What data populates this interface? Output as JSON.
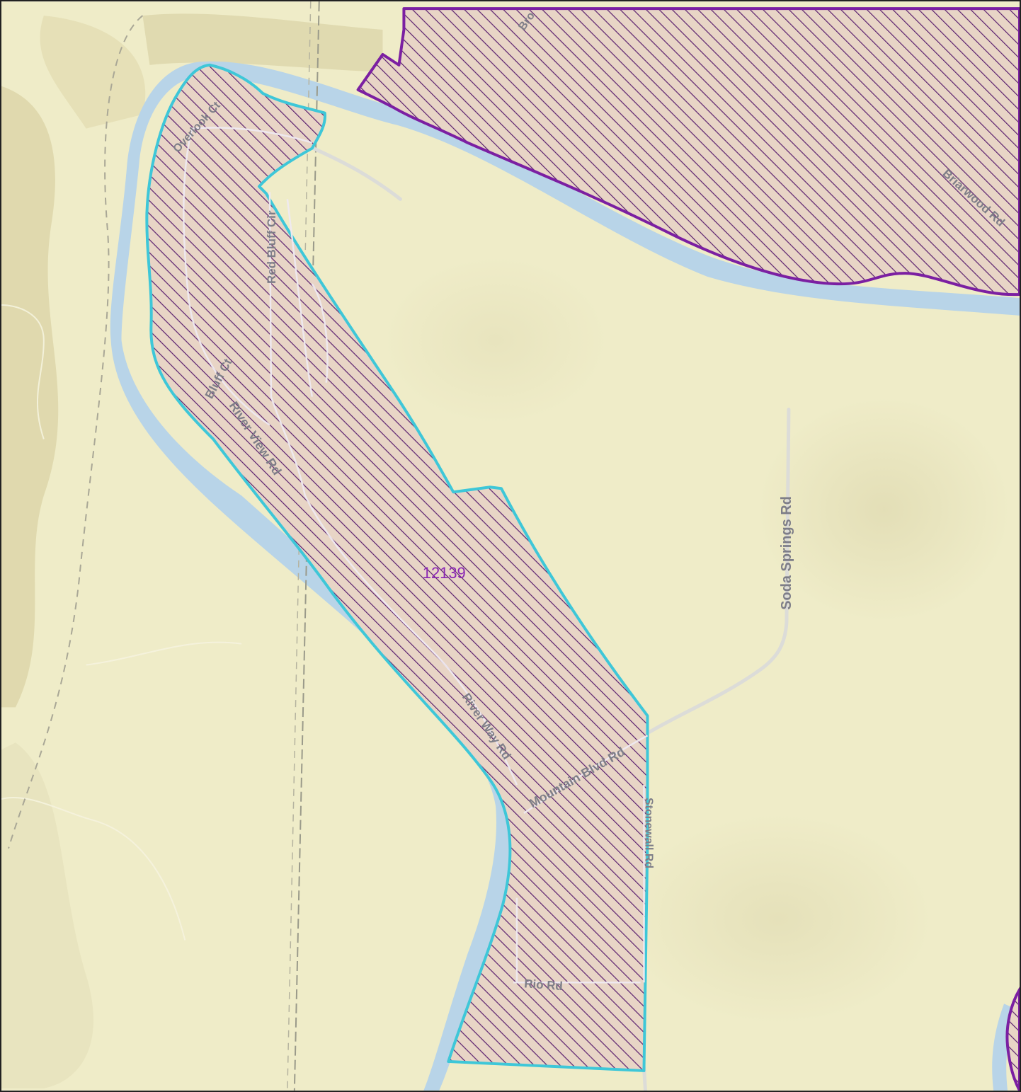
{
  "map": {
    "parcel_id_label": "12139",
    "roads": {
      "soda_springs": "Soda Springs Rd",
      "mountain_blvd": "Mountain Blvd Rd",
      "river_view": "River View Rd",
      "bluff_ct": "Bluff Ct",
      "red_bluff_cir": "Red Bluff Cir",
      "river_way": "River Way Rd",
      "stonewall": "Stonewall Rd",
      "rio": "Rio Rd",
      "briarwood": "Briarwood Rd",
      "top_left_road": "Overlook Ct",
      "top_road": "Bro"
    },
    "colors": {
      "terrain": "#efecc8",
      "river": "#b8d4e8",
      "parcel_selected_outline": "#3ec7d8",
      "parcel_other_outline": "#7b1fa2",
      "hatch": "#5a1f6e",
      "parcel_fill": "#e8d4c8",
      "label": "#8a25b4"
    }
  }
}
